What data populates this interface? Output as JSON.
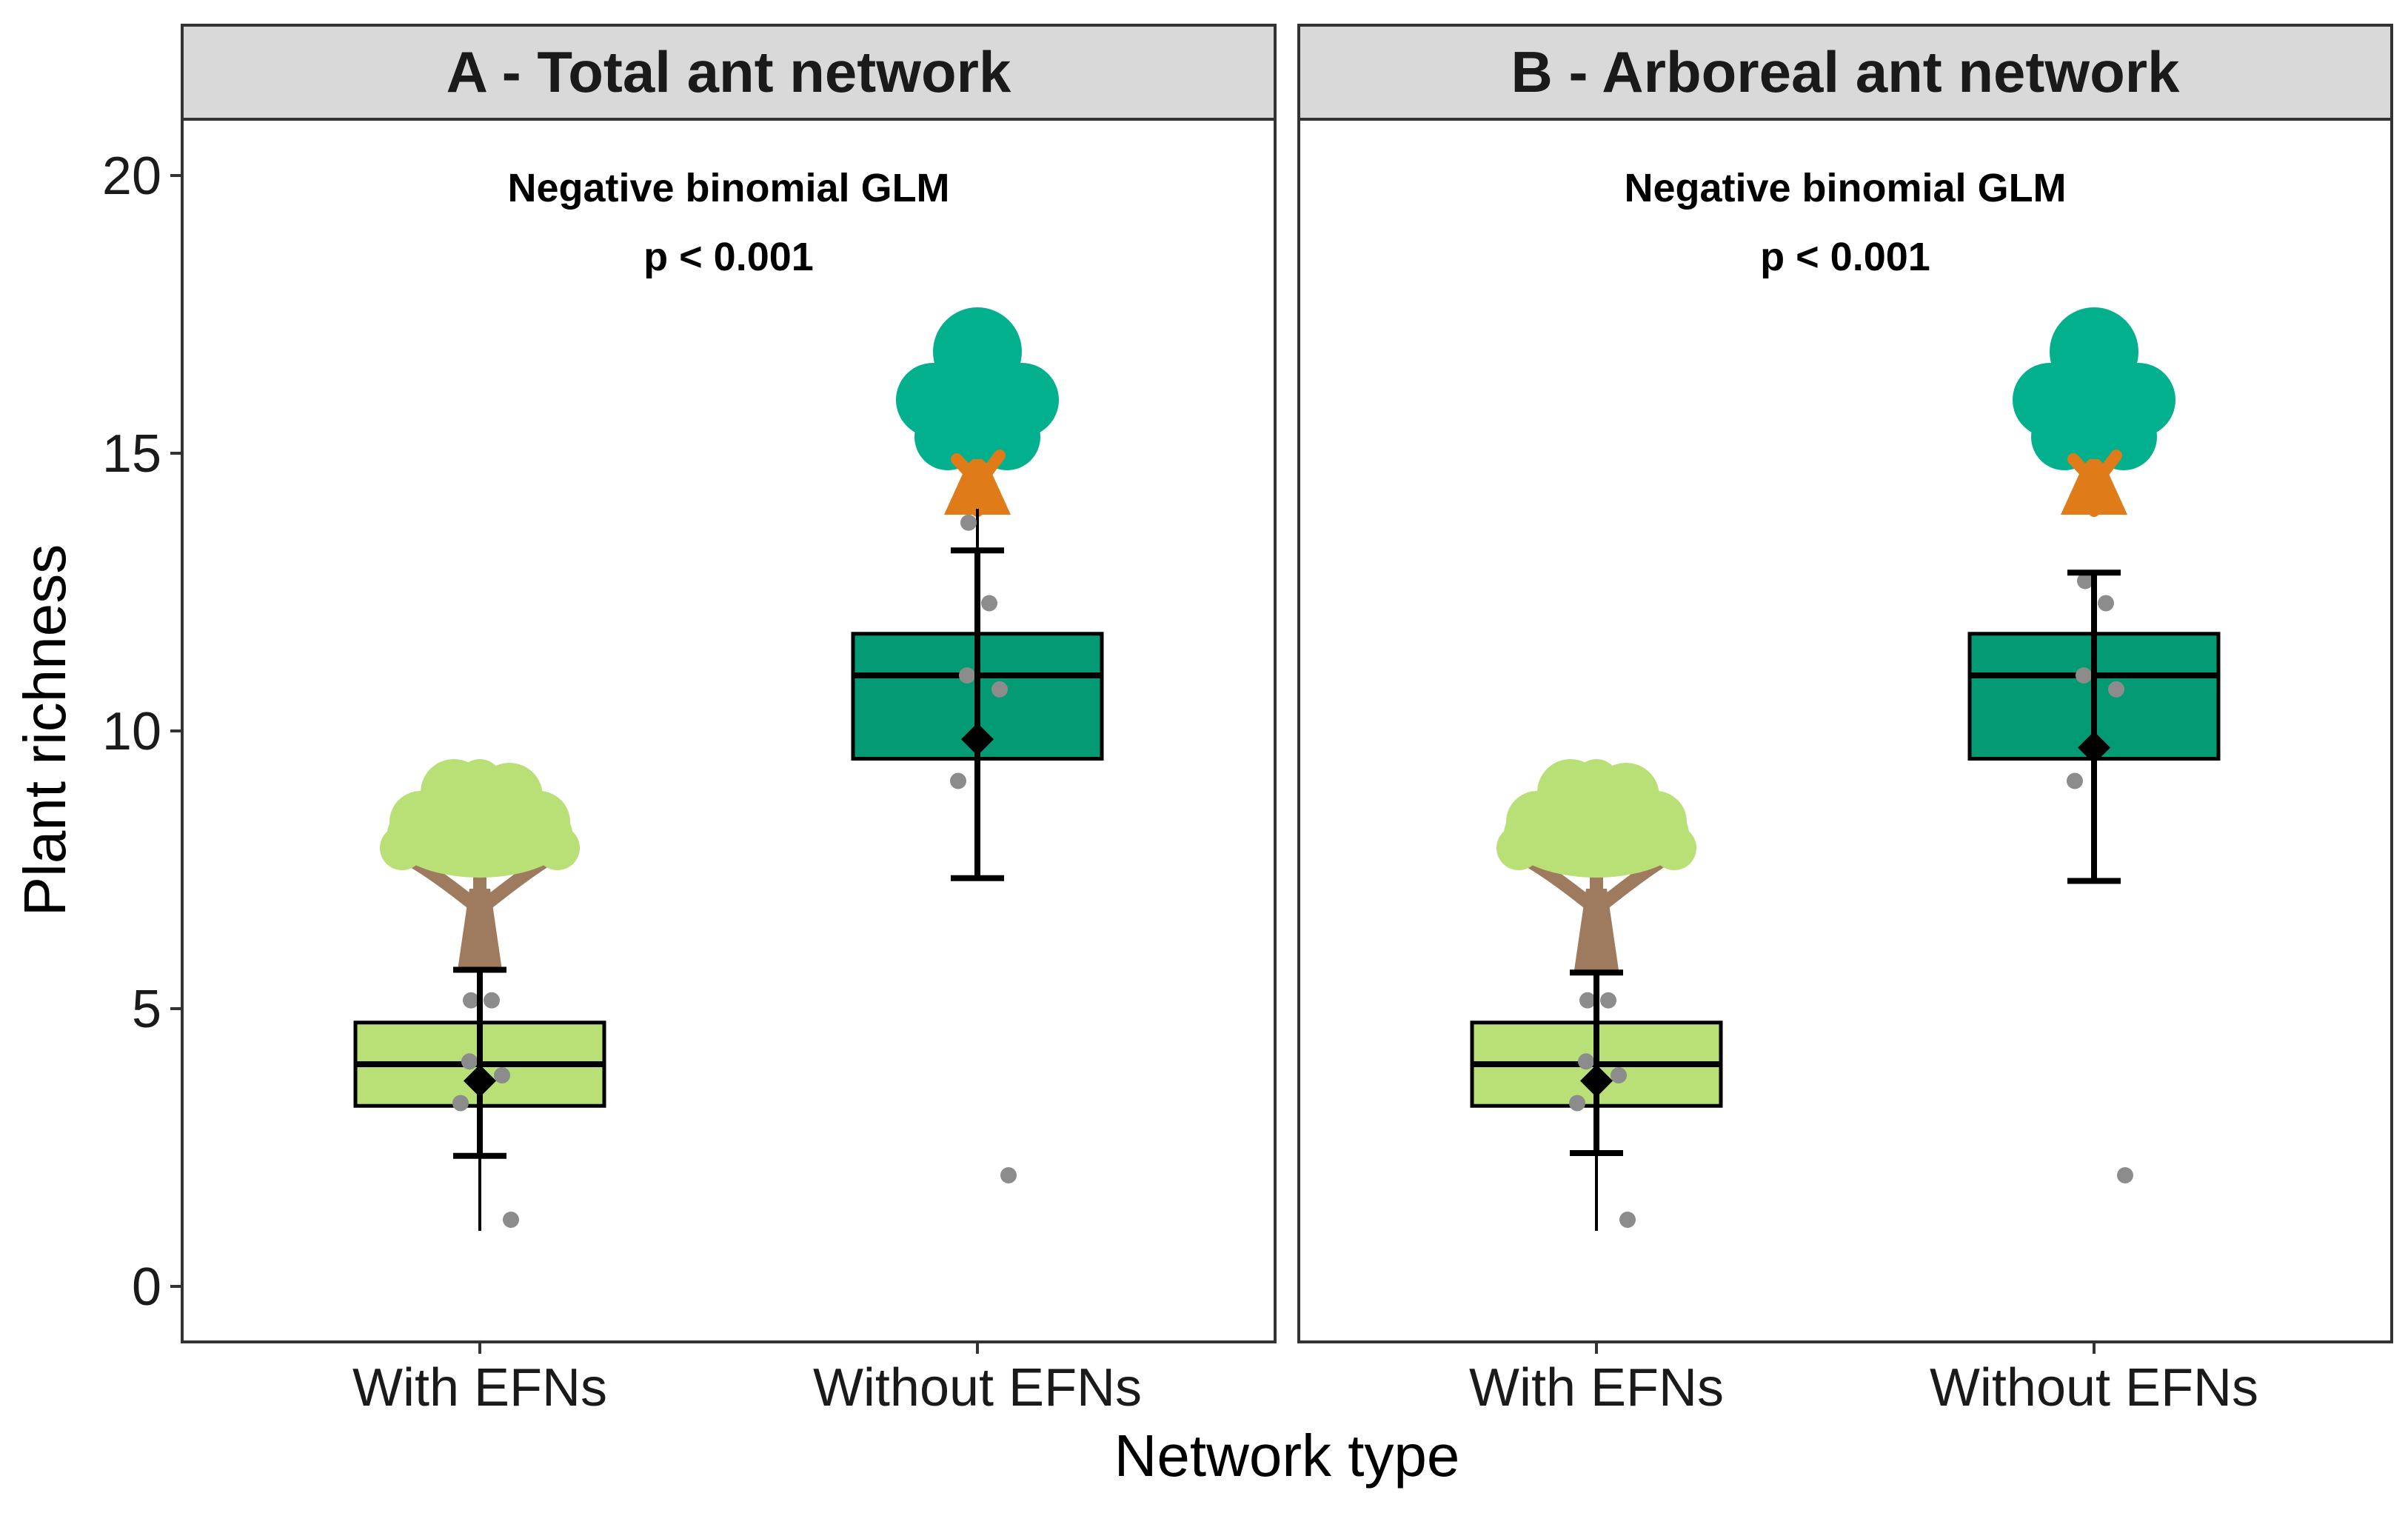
{
  "chart_data": {
    "type": "box",
    "xlabel": "Network type",
    "ylabel": "Plant richness",
    "ylim": [
      0,
      20
    ],
    "yticks": [
      0,
      5,
      10,
      15,
      20
    ],
    "grid": false,
    "categories": [
      "With EFNs",
      "Without EFNs"
    ],
    "colors": {
      "With EFNs": "#b9e077",
      "Without EFNs": "#049a73",
      "points": "#8c8c8c",
      "strip_fill": "#d9d9d9"
    },
    "icons": {
      "With EFNs": "light-green-tree-icon",
      "Without EFNs": "dark-teal-tree-icon"
    },
    "panels": [
      {
        "title": "A - Total ant network",
        "annotation_line1": "Negative binomial GLM",
        "annotation_line2": "p < 0.001",
        "groups": [
          {
            "category": "With EFNs",
            "whisker_low": 1.0,
            "q1": 3.25,
            "median": 4.0,
            "q3": 4.75,
            "whisker_high": 5.0,
            "mean": 3.7,
            "ci_low": 2.35,
            "ci_high": 5.7,
            "points": [
              5.15,
              5.15,
              4.05,
              3.8,
              3.3,
              1.2
            ]
          },
          {
            "category": "Without EFNs",
            "whisker_low": 9.0,
            "q1": 9.5,
            "median": 11.0,
            "q3": 11.75,
            "whisker_high": 14.0,
            "mean": 9.85,
            "ci_low": 7.35,
            "ci_high": 13.25,
            "points": [
              13.75,
              12.3,
              11.0,
              10.75,
              9.1,
              2.0
            ]
          }
        ]
      },
      {
        "title": "B - Arboreal ant network",
        "annotation_line1": "Negative binomial GLM",
        "annotation_line2": "p < 0.001",
        "groups": [
          {
            "category": "With EFNs",
            "whisker_low": 1.0,
            "q1": 3.25,
            "median": 4.0,
            "q3": 4.75,
            "whisker_high": 5.0,
            "mean": 3.7,
            "ci_low": 2.4,
            "ci_high": 5.65,
            "points": [
              5.15,
              5.15,
              4.05,
              3.8,
              3.3,
              1.2
            ]
          },
          {
            "category": "Without EFNs",
            "whisker_low": 9.0,
            "q1": 9.5,
            "median": 11.0,
            "q3": 11.75,
            "whisker_high": 12.75,
            "mean": 9.7,
            "ci_low": 7.3,
            "ci_high": 12.85,
            "points": [
              12.7,
              12.3,
              11.0,
              10.75,
              9.1,
              2.0
            ]
          }
        ]
      }
    ]
  }
}
